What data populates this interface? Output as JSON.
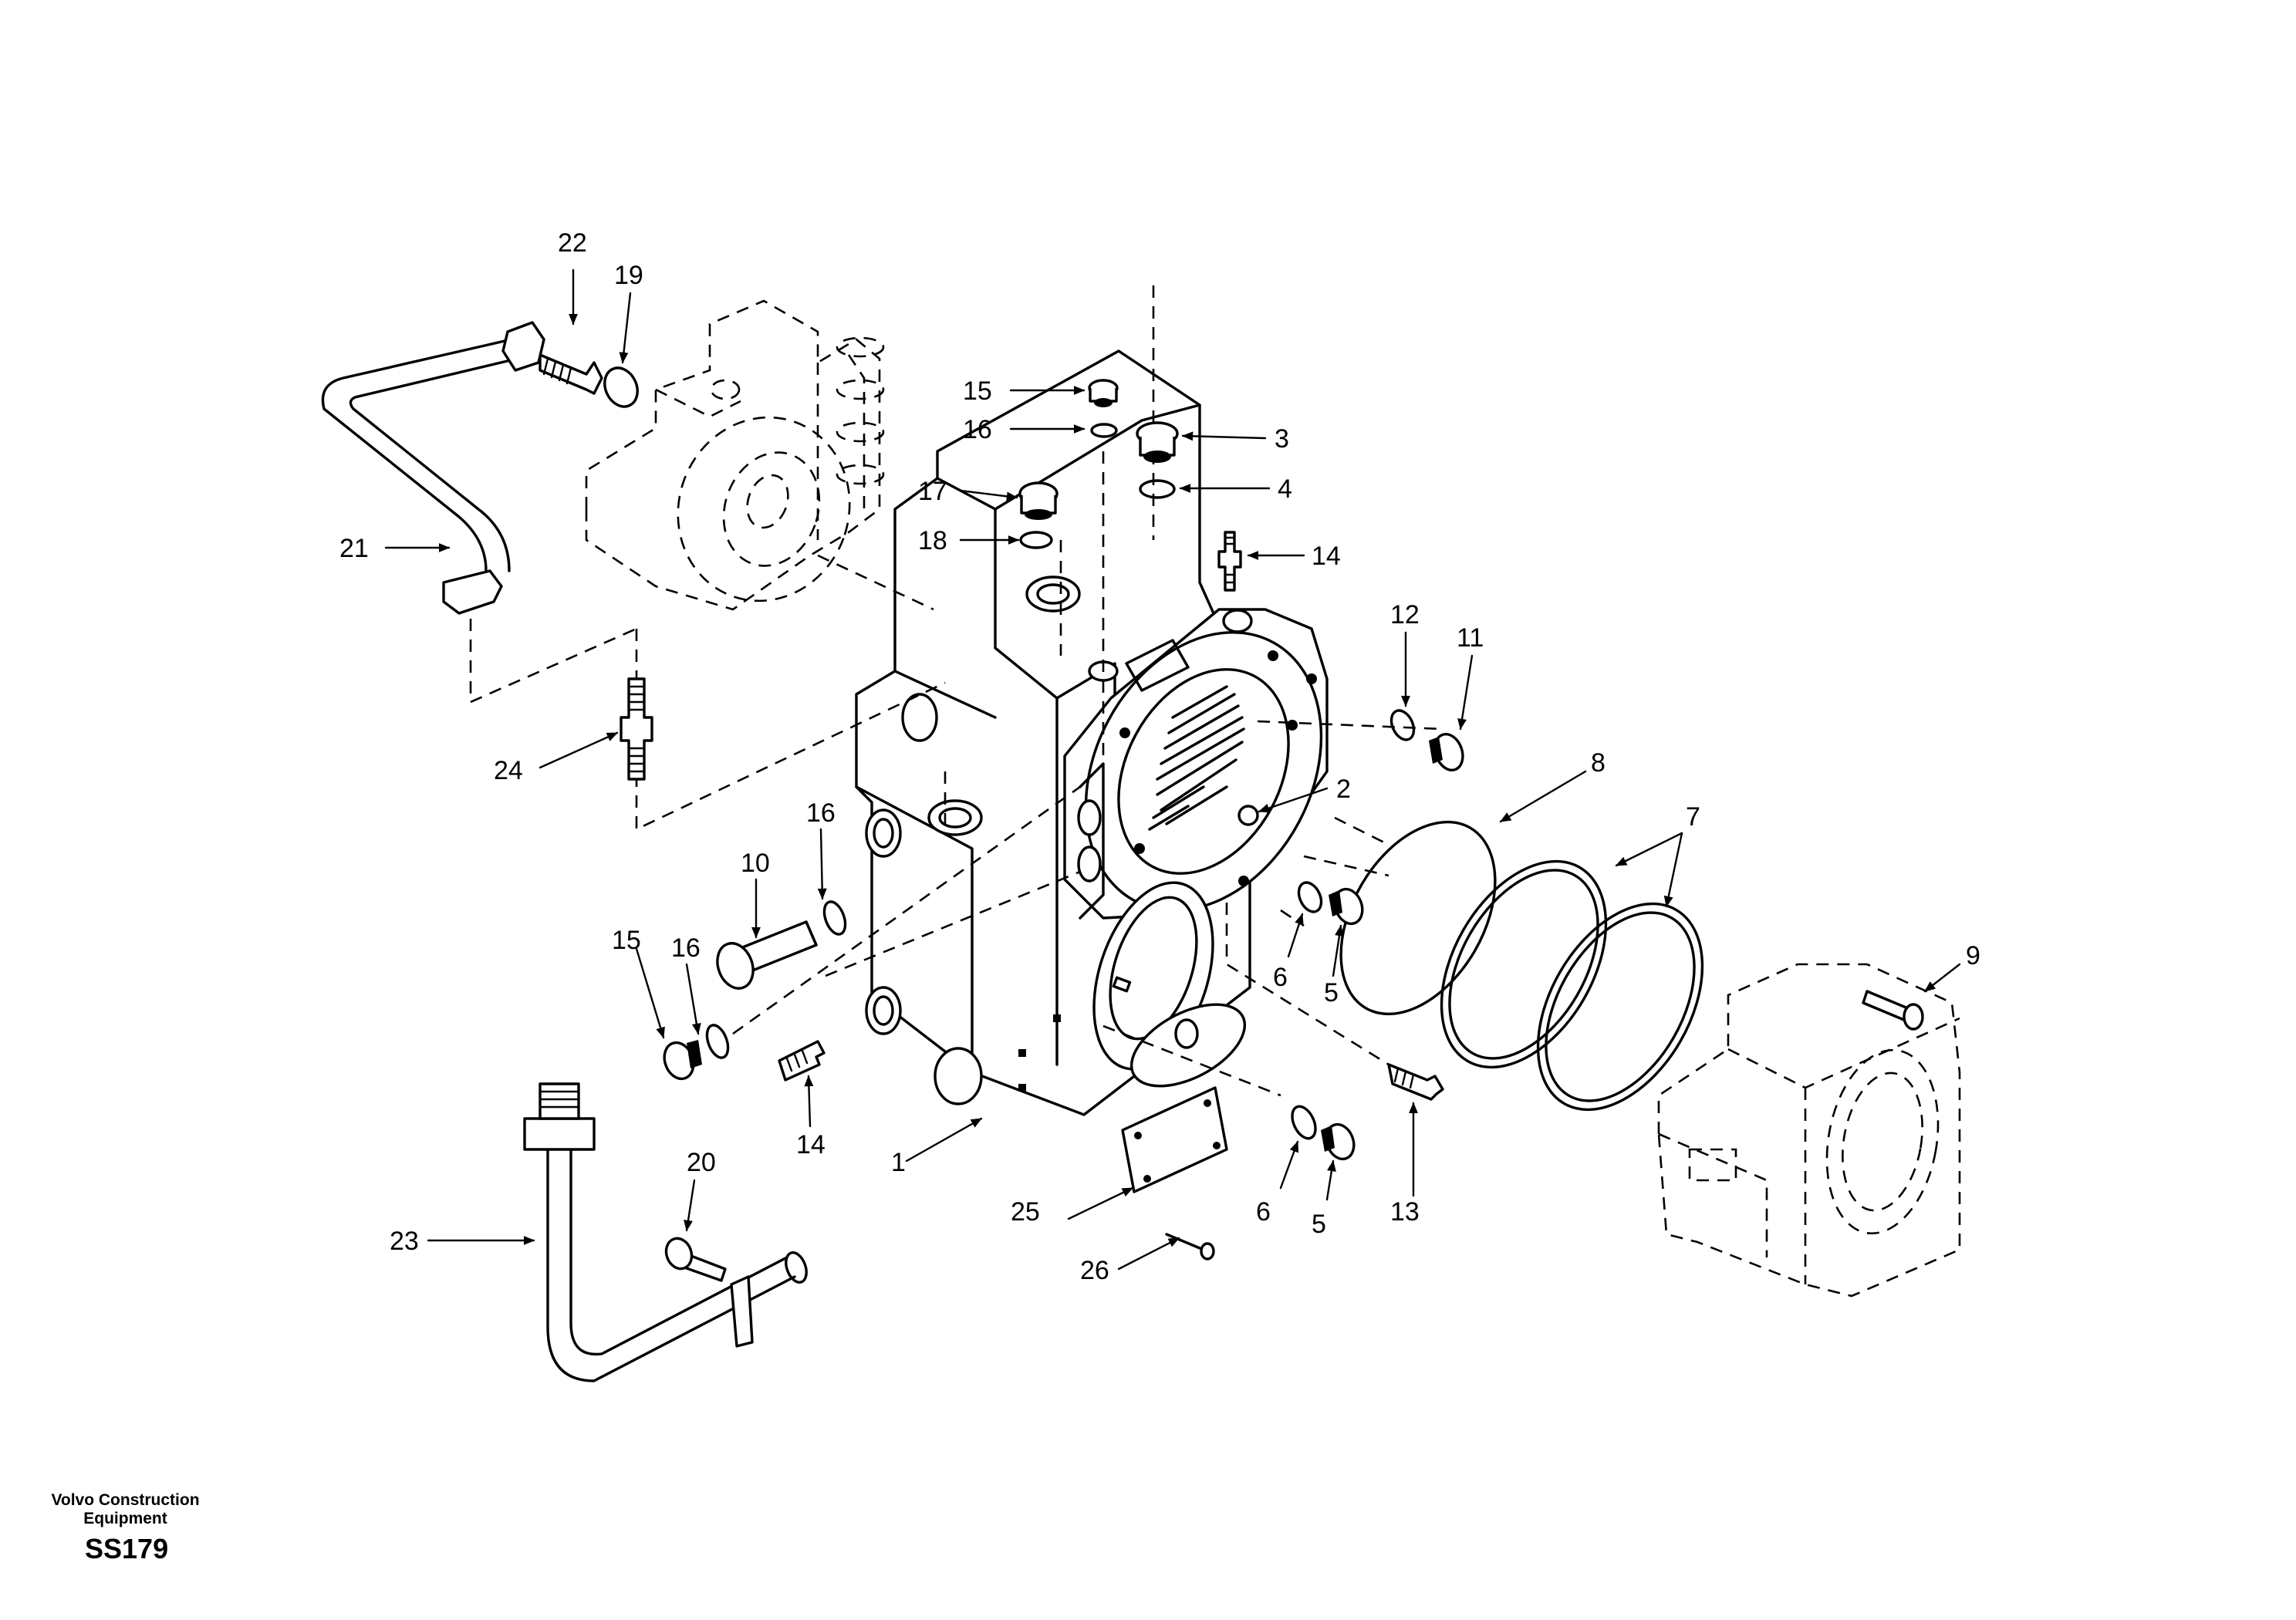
{
  "footer": {
    "brand_line1": "Volvo Construction",
    "brand_line2": "Equipment",
    "ref_code": "SS179"
  },
  "callouts": {
    "c1": "1",
    "c2": "2",
    "c3": "3",
    "c4": "4",
    "c5a": "5",
    "c5b": "5",
    "c6a": "6",
    "c6b": "6",
    "c7": "7",
    "c8": "8",
    "c9": "9",
    "c10": "10",
    "c11": "11",
    "c12": "12",
    "c13": "13",
    "c14a": "14",
    "c14b": "14",
    "c15a": "15",
    "c15b": "15",
    "c16a": "16",
    "c16b": "16",
    "c16c": "16",
    "c17": "17",
    "c18": "18",
    "c19": "19",
    "c20": "20",
    "c21": "21",
    "c22": "22",
    "c23": "23",
    "c24": "24",
    "c25": "25",
    "c26": "26"
  }
}
